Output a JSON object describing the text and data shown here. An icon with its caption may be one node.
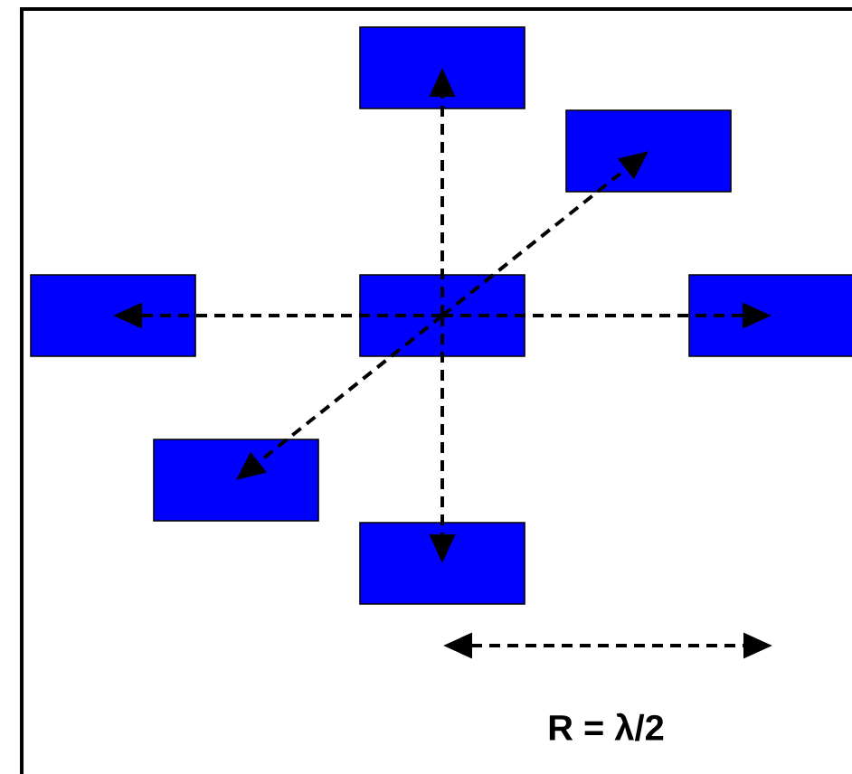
{
  "diagram": {
    "nodes": [
      {
        "text": [],
        "shape": "box"
      },
      {
        "text": [],
        "shape": "box"
      },
      {
        "text": [],
        "shape": "box"
      },
      {
        "text": [],
        "shape": "box"
      },
      {
        "text": [],
        "shape": "box"
      },
      {
        "text": [],
        "shape": "box"
      },
      {
        "text": [],
        "shape": "box"
      }
    ],
    "edges": [
      {
        "from": 3,
        "to": 0,
        "arrow": "to",
        "style": "dashed"
      },
      {
        "from": 3,
        "to": 1,
        "arrow": "to",
        "style": "dashed"
      },
      {
        "from": 3,
        "to": 2,
        "arrow": "to",
        "style": "dashed"
      },
      {
        "from": 3,
        "to": 4,
        "arrow": "to",
        "style": "dashed"
      },
      {
        "from": 3,
        "to": 5,
        "arrow": "to",
        "style": "dashed"
      },
      {
        "from": 3,
        "to": 6,
        "arrow": "to",
        "style": "dashed"
      }
    ],
    "labels": [
      "**R = λ/2**"
    ]
  }
}
